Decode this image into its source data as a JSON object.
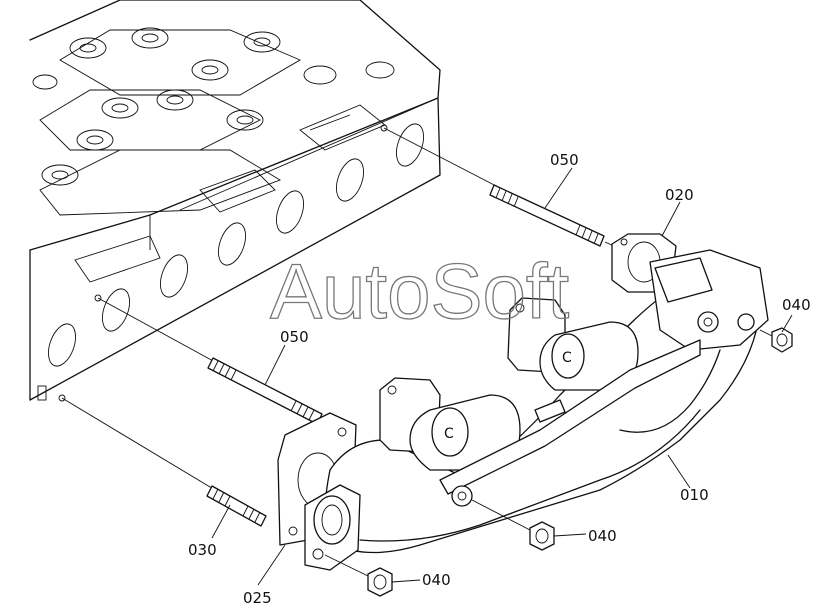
{
  "watermark": "AutoSoft",
  "callouts": {
    "c010": "010",
    "c020": "020",
    "c025": "025",
    "c030": "030",
    "c040_top": "040",
    "c040_mid": "040",
    "c040_bot": "040",
    "c050_top": "050",
    "c050_mid": "050"
  }
}
